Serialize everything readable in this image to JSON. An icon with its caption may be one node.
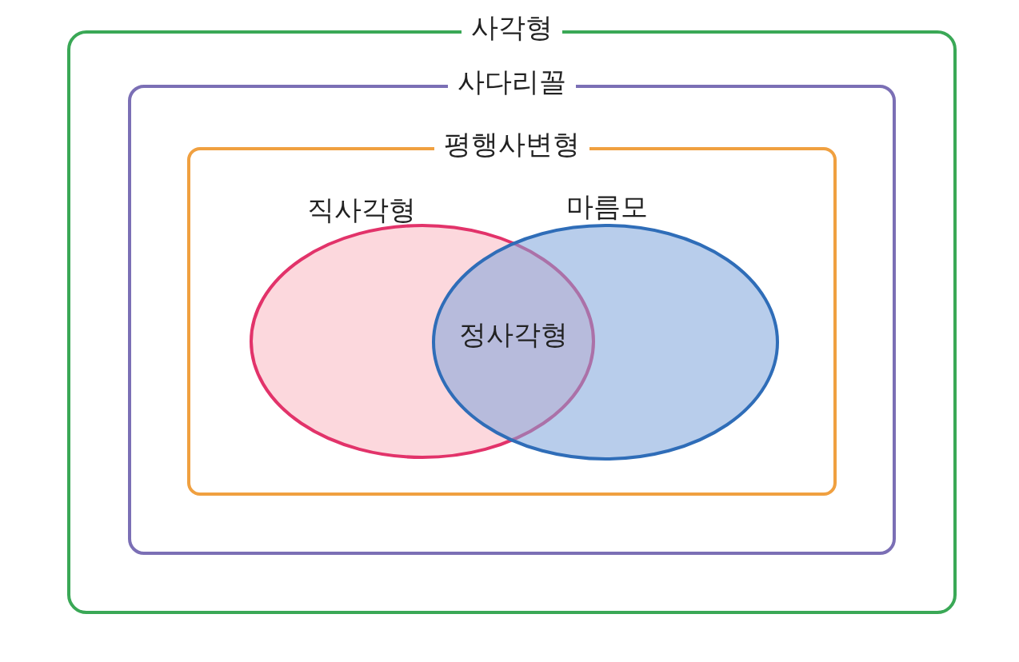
{
  "diagram": {
    "nodes": [
      {
        "text": [
          "사각형"
        ]
      },
      {
        "text": [
          "사다리꼴"
        ],
        "in": 0
      },
      {
        "text": [
          "평행사변형"
        ],
        "in": 1
      },
      {
        "text": [
          "직사각형"
        ],
        "in": 2
      },
      {
        "text": [
          "마름모"
        ],
        "in": 2
      },
      {
        "text": [
          "정사각형"
        ]
      }
    ]
  }
}
